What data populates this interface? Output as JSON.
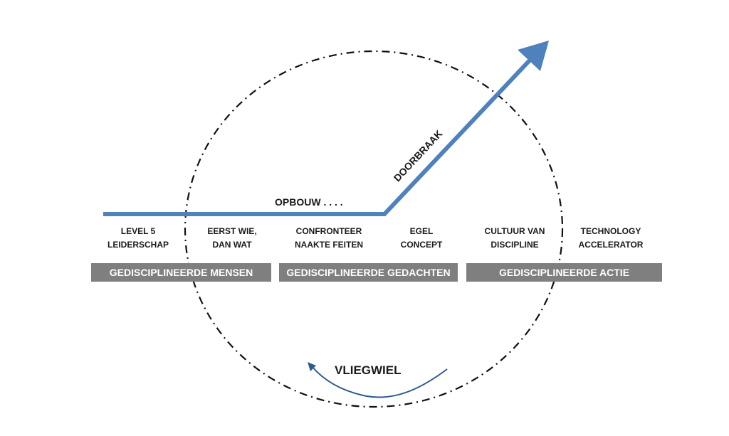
{
  "colors": {
    "arrow": "#4f81bd",
    "flywheel_arrow": "#2e5a8c",
    "circle": "#111111",
    "band": "#7f7f7f",
    "band_text": "#ffffff",
    "text": "#1a1a1a"
  },
  "phases": {
    "buildup": "OPBOUW . . . .",
    "breakthrough": "DOORBRAAK",
    "flywheel": "VLIEGWIEL"
  },
  "steps": [
    {
      "line1": "LEVEL 5",
      "line2": "LEIDERSCHAP"
    },
    {
      "line1": "EERST WIE,",
      "line2": "DAN WAT"
    },
    {
      "line1": "CONFRONTEER",
      "line2": "NAAKTE FEITEN"
    },
    {
      "line1": "EGEL",
      "line2": "CONCEPT"
    },
    {
      "line1": "CULTUUR VAN",
      "line2": "DISCIPLINE"
    },
    {
      "line1": "TECHNOLOGY",
      "line2": "ACCELERATOR"
    }
  ],
  "bands": [
    "GEDISCIPLINEERDE MENSEN",
    "GEDISCIPLINEERDE GEDACHTEN",
    "GEDISCIPLINEERDE ACTIE"
  ]
}
